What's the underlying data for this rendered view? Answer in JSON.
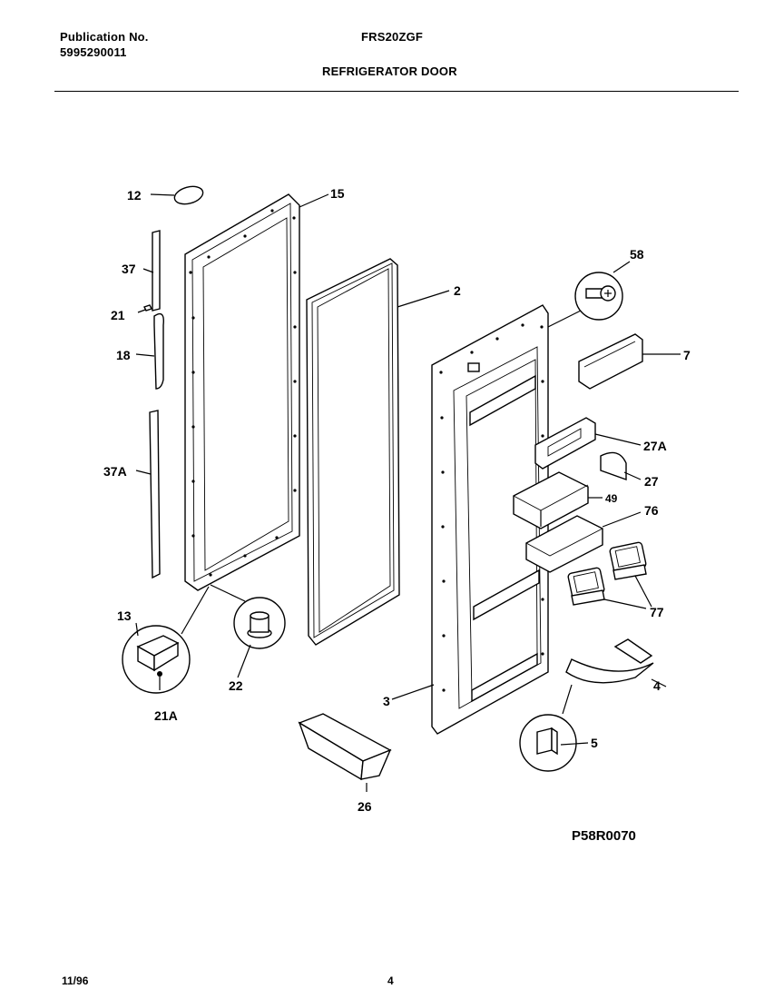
{
  "header": {
    "pub_label": "Publication No.",
    "pub_number": "5995290011",
    "model": "FRS20ZGF",
    "section_title": "REFRIGERATOR DOOR"
  },
  "diagram_code": "P58R0070",
  "footer": {
    "date": "11/96",
    "page": "4"
  },
  "callouts": {
    "c12": "12",
    "c15": "15",
    "c37": "37",
    "c21": "21",
    "c18": "18",
    "c37A": "37A",
    "c13": "13",
    "c22": "22",
    "c21A": "21A",
    "c2": "2",
    "c58": "58",
    "c7": "7",
    "c27A": "27A",
    "c27": "27",
    "c49": "49",
    "c76": "76",
    "c77": "77",
    "c4": "4",
    "c3": "3",
    "c5": "5",
    "c26": "26"
  }
}
